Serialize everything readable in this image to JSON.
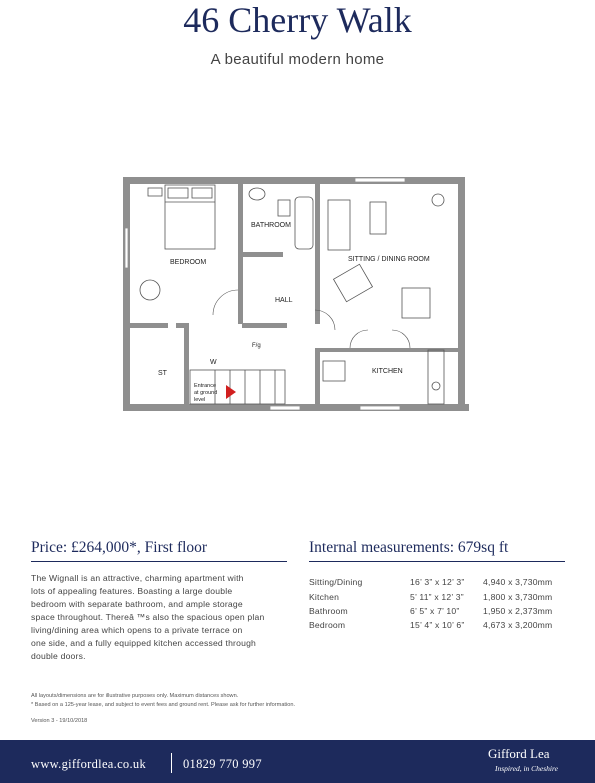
{
  "header": {
    "title": "46 Cherry Walk",
    "subtitle": "A beautiful modern home"
  },
  "floorplan": {
    "labels": {
      "bedroom": "BEDROOM",
      "bathroom": "BATHROOM",
      "hall": "HALL",
      "sitting_dining": "SITTING / DINING ROOM",
      "kitchen": "KITCHEN",
      "store": "ST",
      "wardrobe": "W",
      "fridge": "F/g",
      "entrance_line1": "Entrance",
      "entrance_line2": "at ground",
      "entrance_line3": "level"
    },
    "colors": {
      "wall": "#8f8f8f",
      "arrow": "#d11f1f"
    }
  },
  "price": {
    "heading": "Price: £264,000*, First floor"
  },
  "description": [
    "The Wignall is an attractive, charming apartment with",
    "lots of appealing features. Boasting a large double",
    "bedroom with separate bathroom, and ample storage",
    "space throughout. Thereâ ™s also the spacious open plan",
    "living/dining area which opens to a private terrace on",
    "one side, and a fully equipped kitchen accessed through",
    "double doors."
  ],
  "measurements": {
    "heading": "Internal measurements: 679sq ft",
    "rows": [
      {
        "room": "Sitting/Dining",
        "imperial": "16’ 3” x 12’ 3”",
        "metric": "4,940 x 3,730mm"
      },
      {
        "room": "Kitchen",
        "imperial": "5’ 11” x 12’ 3”",
        "metric": "1,800 x 3,730mm"
      },
      {
        "room": "Bathroom",
        "imperial": "6’ 5” x 7’ 10”",
        "metric": "1,950 x 2,373mm"
      },
      {
        "room": "Bedroom",
        "imperial": "15’ 4” x 10’ 6”",
        "metric": "4,673 x 3,200mm"
      }
    ]
  },
  "notes": {
    "layouts": "All layouts/dimensions are for illustrative purposes only. Maximum distances shown.",
    "lease": "* Based on a 125-year lease, and subject to event fees and ground rent. Please ask for further information.",
    "version": "Version 3 - 19/10/2018"
  },
  "footer": {
    "website": "www.giffordlea.co.uk",
    "phone": "01829 770 997",
    "logo_name": "Gifford Lea",
    "logo_tagline": "Inspired, in Cheshire",
    "background": "#1d2a5c"
  }
}
